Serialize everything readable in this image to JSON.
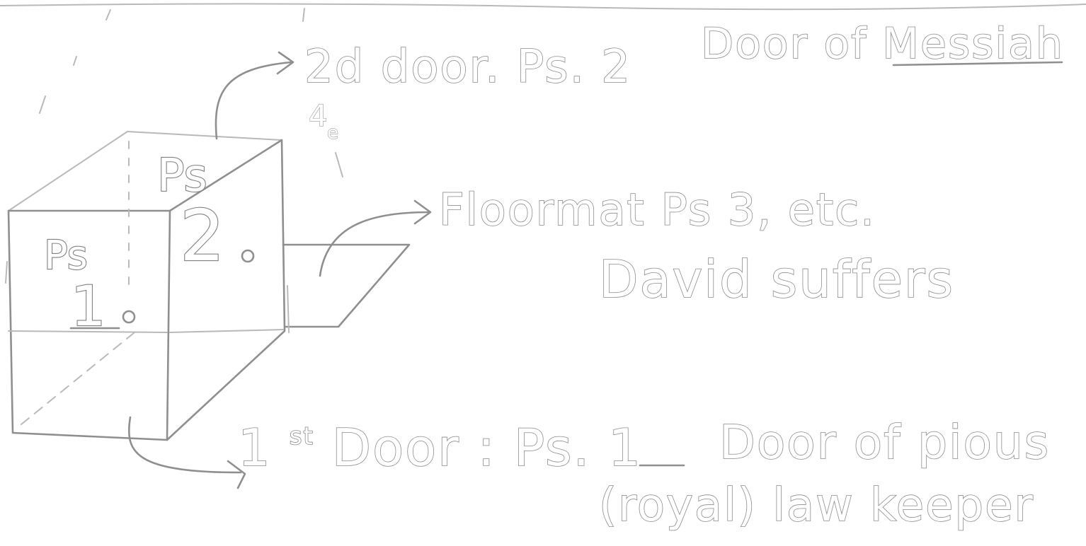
{
  "labels": {
    "door_of_messiah_prefix": "Door of ",
    "door_of_messiah_word": "Messiah",
    "second_door": "2d door. Ps. 2",
    "second_door_note_a": "4",
    "second_door_note_b": "e",
    "floormat_line1": "Floormat Ps 3, etc.",
    "floormat_line2": "David suffers",
    "first_door_ordinal": "1",
    "first_door_ordinal_suffix": "st",
    "first_door_text": "Door : Ps.",
    "first_door_number": "1",
    "door_of_pious": "Door of pious",
    "royal_law_keeper": "(royal) law keeper",
    "box_top_ps": "Ps",
    "box_front_ps": "Ps",
    "box_front_number": "1",
    "box_side_number": "2"
  }
}
